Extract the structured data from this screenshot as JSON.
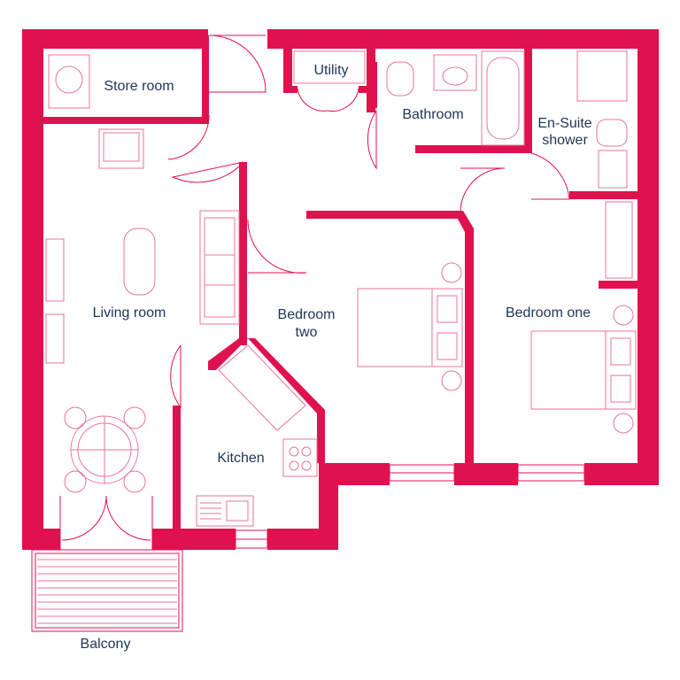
{
  "colors": {
    "wall": "#e0114f",
    "label_text": "#1d3557",
    "background": "#ffffff"
  },
  "rooms": {
    "store_room": "Store room",
    "utility": "Utility",
    "bathroom": "Bathroom",
    "ensuite_line1": "En-Suite",
    "ensuite_line2": "shower",
    "living_room": "Living room",
    "bedroom_two_line1": "Bedroom",
    "bedroom_two_line2": "two",
    "bedroom_one": "Bedroom one",
    "kitchen": "Kitchen",
    "balcony": "Balcony"
  }
}
